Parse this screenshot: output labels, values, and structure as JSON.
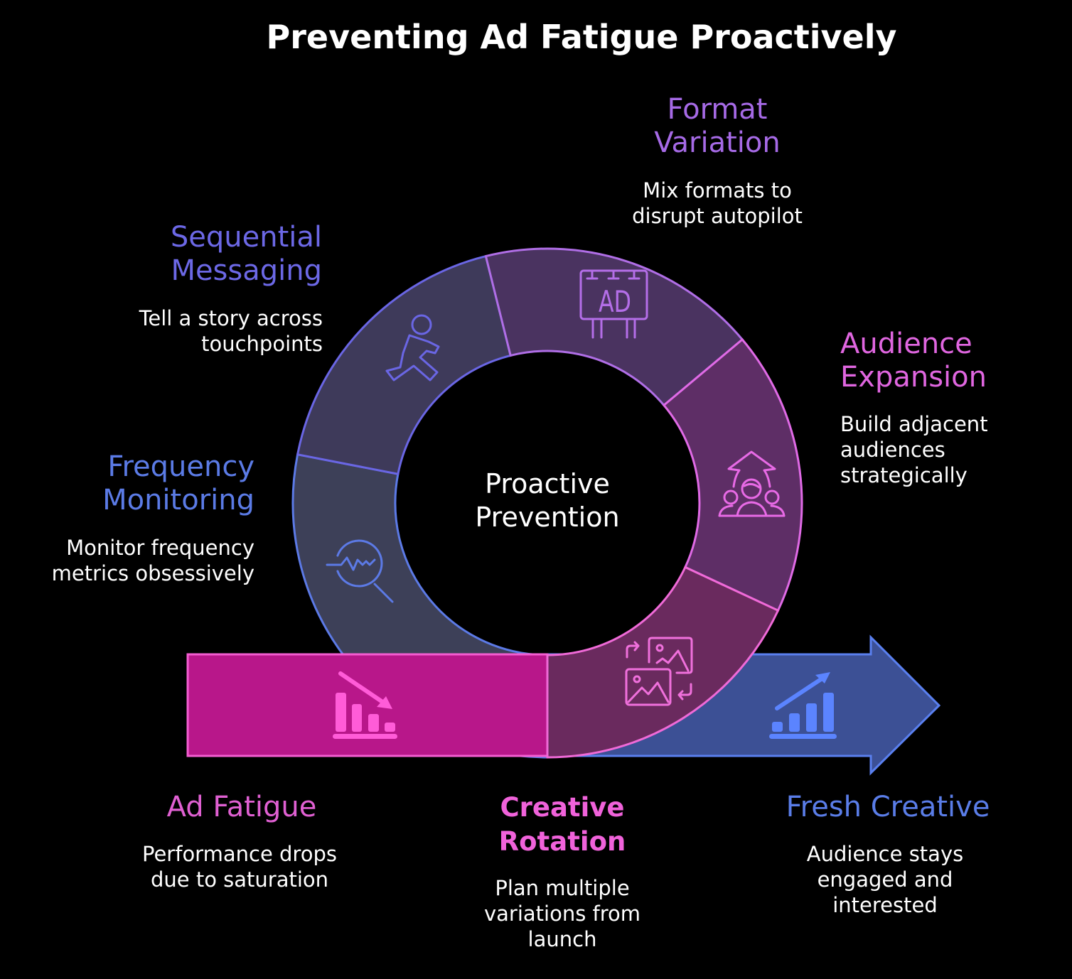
{
  "title": "Preventing Ad Fatigue Proactively",
  "center": {
    "lines": [
      "Proactive",
      "Prevention"
    ]
  },
  "cycle": {
    "segments": [
      {
        "id": "frequency-monitoring",
        "title_lines": [
          "Frequency",
          "Monitoring"
        ],
        "description_lines": [
          "Monitor frequency",
          "metrics obsessively"
        ],
        "icon": "magnifier-wave-icon",
        "fill": "#3d4058",
        "stroke": "#5c7ae6",
        "icon_color": "#5c7ae6",
        "text_color": "#5b7be6"
      },
      {
        "id": "sequential-messaging",
        "title_lines": [
          "Sequential",
          "Messaging"
        ],
        "description_lines": [
          "Tell a story across",
          "touchpoints"
        ],
        "icon": "running-person-icon",
        "fill": "#3e3a5a",
        "stroke": "#6a66e4",
        "icon_color": "#6a66e4",
        "text_color": "#6c68e6"
      },
      {
        "id": "format-variation",
        "title_lines": [
          "Format",
          "Variation"
        ],
        "description_lines": [
          "Mix formats to",
          "disrupt autopilot"
        ],
        "icon": "billboard-ad-icon",
        "icon_label": "AD",
        "fill": "#4a3360",
        "stroke": "#b06ee6",
        "icon_color": "#b46ee8",
        "text_color": "#a66ae6"
      },
      {
        "id": "audience-expansion",
        "title_lines": [
          "Audience",
          "Expansion"
        ],
        "description_lines": [
          "Build adjacent",
          "audiences",
          "strategically"
        ],
        "icon": "audience-growth-icon",
        "fill": "#5e2e66",
        "stroke": "#e06ae6",
        "icon_color": "#e86ae6",
        "text_color": "#e066e0"
      },
      {
        "id": "creative-rotation",
        "title_lines": [
          "Creative",
          "Rotation"
        ],
        "description_lines": [
          "Plan multiple",
          "variations from",
          "launch"
        ],
        "icon": "image-swap-icon",
        "fill": "#6a2a5e",
        "stroke": "#f06ad8",
        "icon_color": "#f070dc",
        "text_color": "#f062da"
      }
    ]
  },
  "flow": {
    "start": {
      "title": "Ad Fatigue",
      "description_lines": [
        "Performance drops",
        "due to saturation"
      ],
      "icon": "declining-bar-chart-icon",
      "fill": "#b8178a",
      "stroke": "#f55ed2",
      "icon_color": "#ff5cd8",
      "text_color": "#e060d2"
    },
    "end": {
      "title": "Fresh Creative",
      "description_lines": [
        "Audience stays",
        "engaged and",
        "interested"
      ],
      "icon": "rising-bar-chart-icon",
      "fill": "#3c5095",
      "stroke": "#5a80f0",
      "icon_color": "#5b84ff",
      "text_color": "#5a7de8"
    }
  }
}
